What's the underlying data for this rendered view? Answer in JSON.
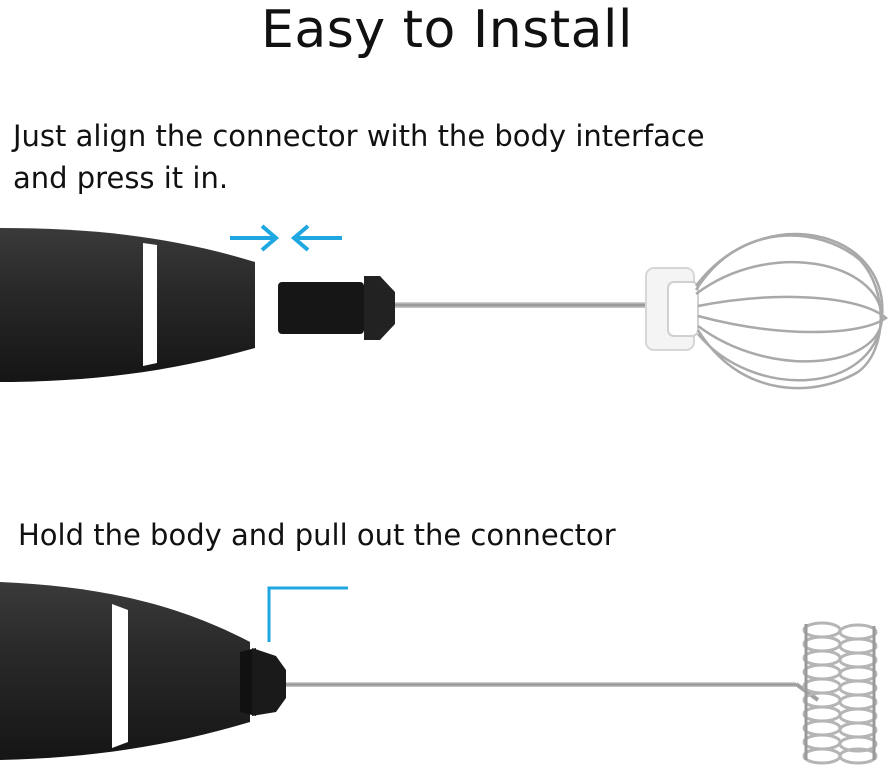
{
  "title": "Easy to Install",
  "sections": [
    {
      "caption_line1": "Just align the connector with the body interface",
      "caption_line2": "and press it in."
    },
    {
      "caption_line1": "Hold the body and pull out the connector"
    }
  ],
  "colors": {
    "accent": "#1ea7e1",
    "body": "#2a2a2a",
    "band": "#ffffff",
    "metal": "#b8b8b8"
  },
  "icons": [
    "right-arrow-icon",
    "left-arrow-icon",
    "bracket-pointer-icon"
  ]
}
